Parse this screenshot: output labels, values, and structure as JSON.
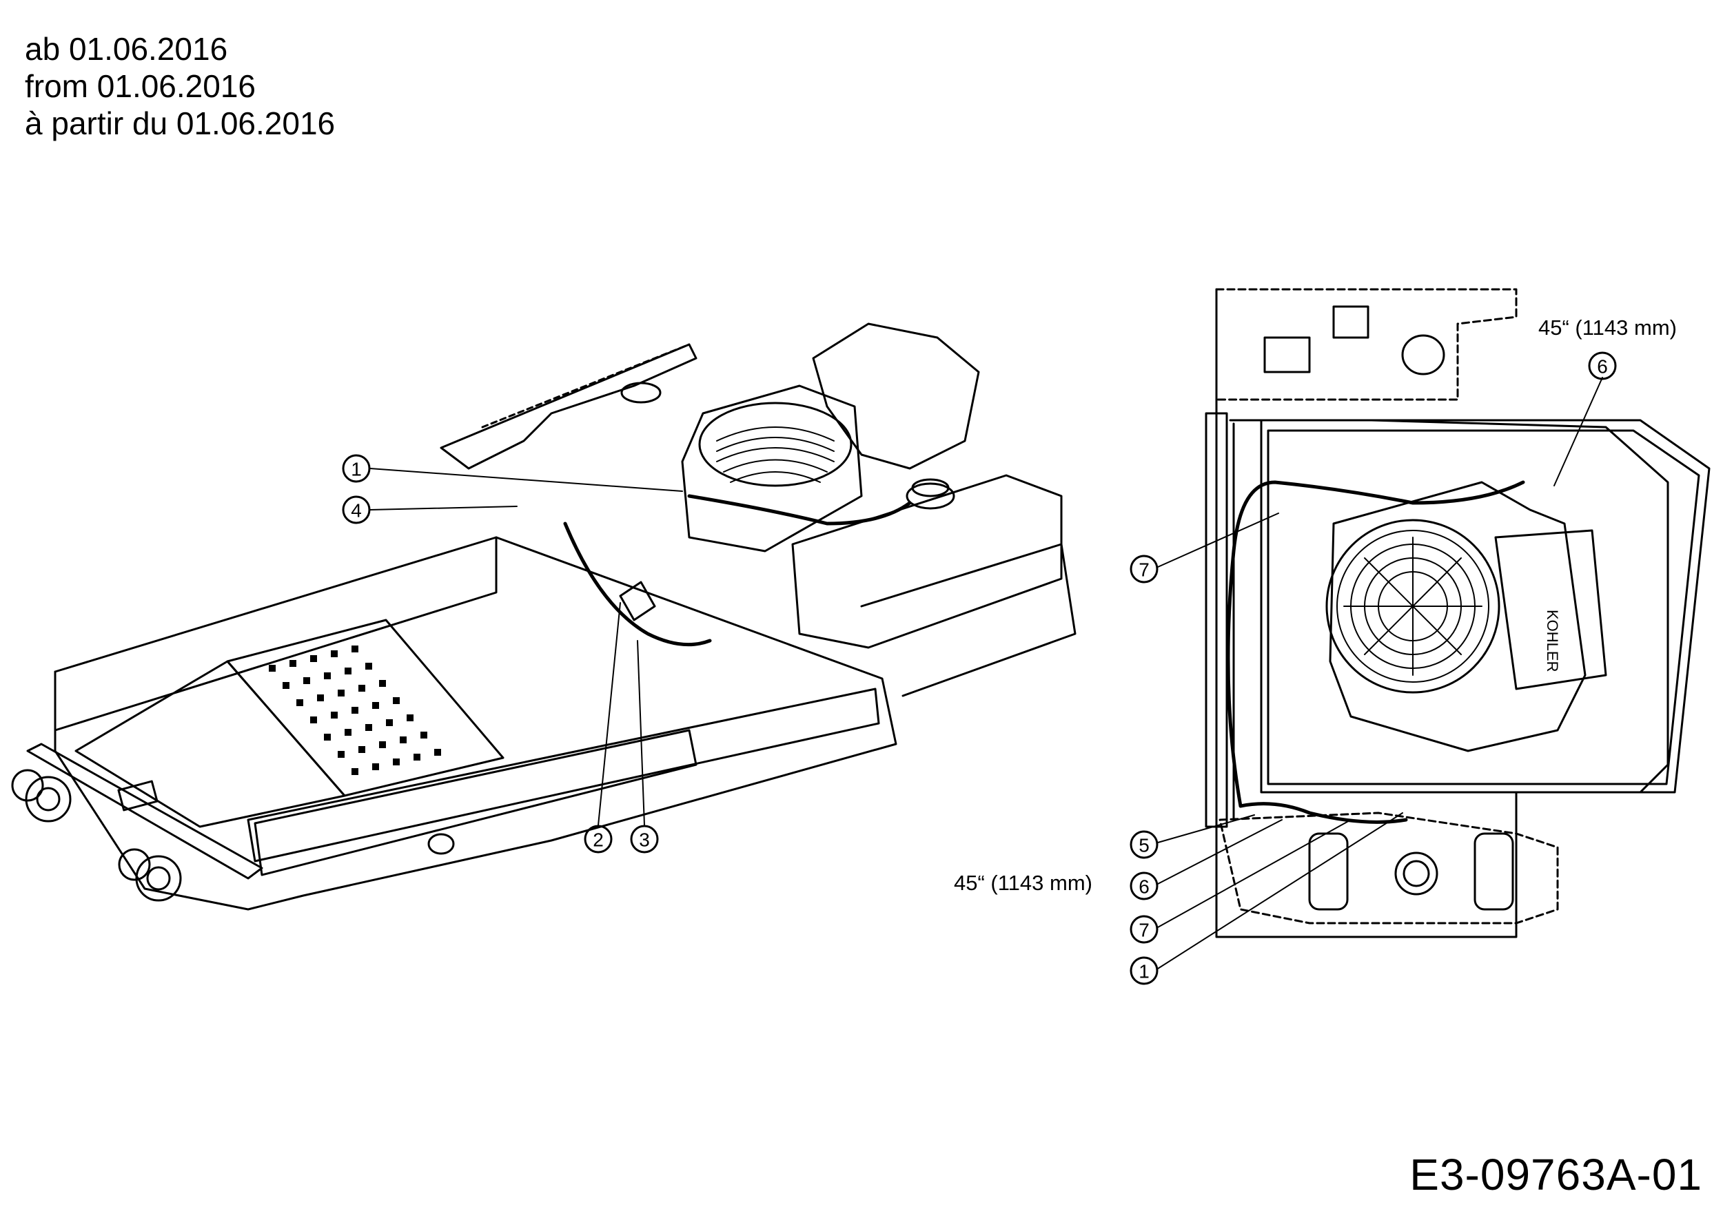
{
  "header": {
    "line_de": "ab 01.06.2016",
    "line_en": "from 01.06.2016",
    "line_fr": "à partir du 01.06.2016"
  },
  "drawing_code": "E3-09763A-01",
  "dimensions": {
    "top_right": "45“ (1143 mm)",
    "bottom_left": "45“ (1143 mm)"
  },
  "brand_label": "KOHLER",
  "callouts": {
    "left_1": "1",
    "left_4": "4",
    "left_2": "2",
    "left_3": "3",
    "right_6a": "6",
    "right_7a": "7",
    "right_5": "5",
    "right_6b": "6",
    "right_7b": "7",
    "right_1": "1"
  }
}
